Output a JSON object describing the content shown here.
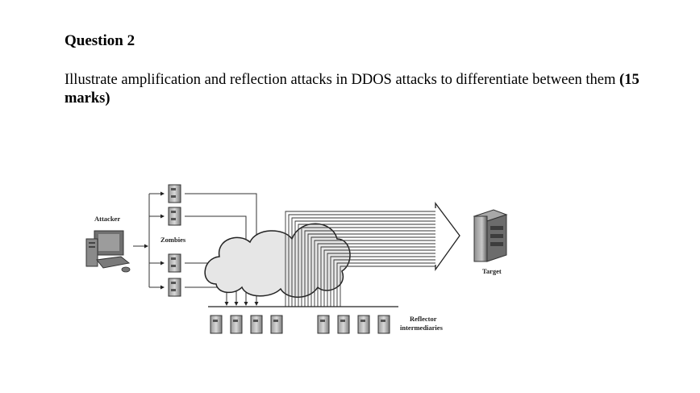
{
  "question": {
    "title": "Question 2",
    "text": "Illustrate amplification and reflection attacks in DDOS  attacks to differentiate between them",
    "marks": "(15 marks)"
  },
  "figure": {
    "labels": {
      "attacker": "Attacker",
      "zombies": "Zombies",
      "target": "Target",
      "reflector_line1": "Reflector",
      "reflector_line2": "intermediaries"
    },
    "zombie_count": 4,
    "reflector_count": 8
  }
}
